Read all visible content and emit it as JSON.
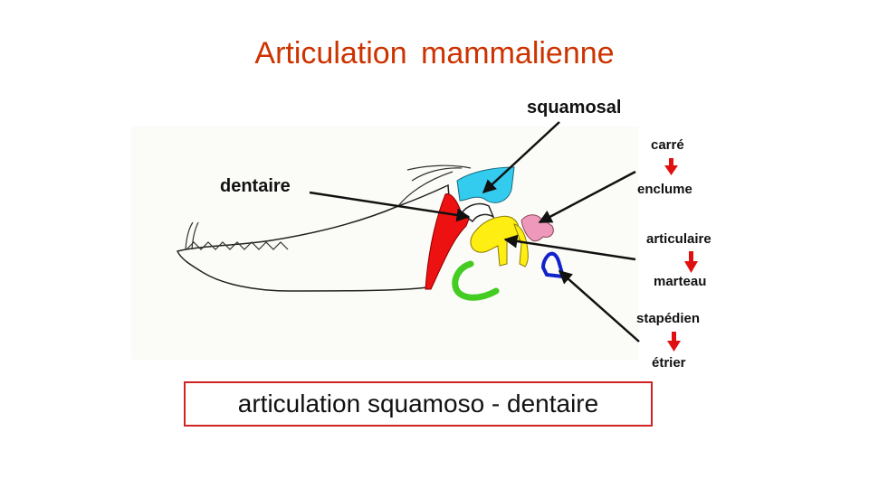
{
  "title": "Articulation mammalienne",
  "labels": {
    "squamosal": "squamosal",
    "dentaire": "dentaire",
    "carre": "carré",
    "enclume": "enclume",
    "articulaire": "articulaire",
    "marteau": "marteau",
    "stapedien": "stapédien",
    "etrier": "étrier"
  },
  "caption": "articulation squamoso - dentaire",
  "colors": {
    "title": "#cc3300",
    "squamosal": "#33ccee",
    "dentaire": "#ee1111",
    "articulaire": "#ffee11",
    "carre": "#ee99bb",
    "stapedien": "#1122cc",
    "tympanique": "#44cc22",
    "arrow": "#e01010",
    "caption_border": "#d22323"
  },
  "icons": [
    "down-arrow-icon"
  ]
}
